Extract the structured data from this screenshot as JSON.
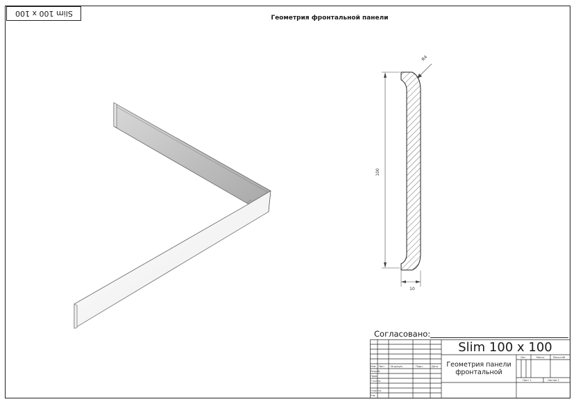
{
  "header": {
    "mirrored_label": "Slim 100 x 100",
    "sheet_title": "Геометрия фронтальной панели"
  },
  "section": {
    "height_dim": "100",
    "width_dim": "10",
    "radius_dim": "R4"
  },
  "stamp": {
    "agreed_label": "Согласовано:",
    "product": "Slim 100 x 100",
    "name_line1": "Геометрия панели",
    "name_line2": "фронтальной",
    "cols": [
      "Изм",
      "Лист",
      "№ докум.",
      "Подп.",
      "Дата"
    ],
    "rows": [
      "Разраб.",
      "Пров.",
      "Т.контр.",
      "Н.контр.",
      "Утв."
    ],
    "lit_label": "Лит.",
    "mass_label": "Масса",
    "scale_label": "Масштаб",
    "sheet_label": "Лист 1",
    "sheets_label": "Листов 1"
  }
}
